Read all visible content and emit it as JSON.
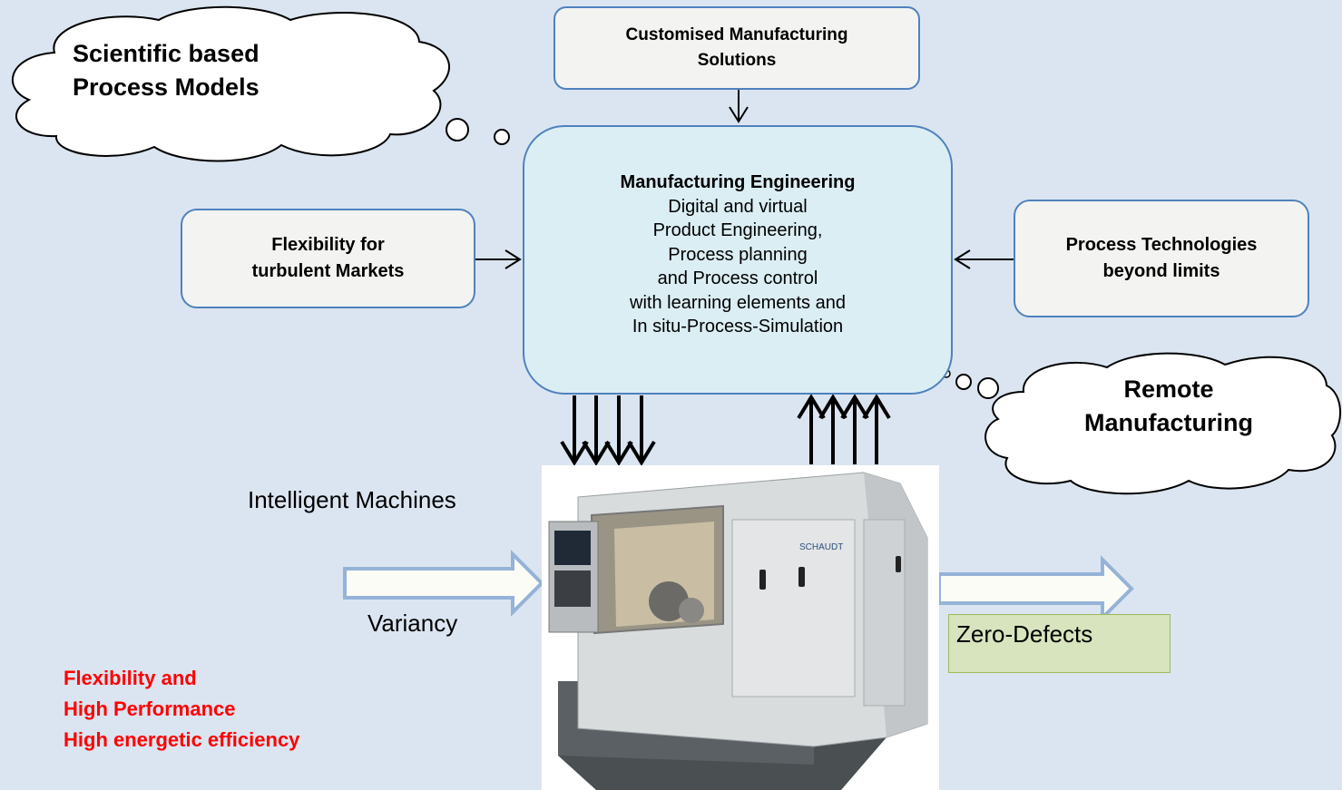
{
  "boxes": {
    "custom": {
      "lines": [
        "Customised Manufacturing",
        "Solutions"
      ]
    },
    "flex": {
      "lines": [
        "Flexibility for",
        "turbulent Markets"
      ]
    },
    "proc": {
      "lines": [
        "Process Technologies",
        "beyond limits"
      ]
    },
    "center": {
      "title": "Manufacturing Engineering",
      "lines": [
        "Digital and virtual",
        "Product Engineering,",
        "Process planning",
        "and Process control",
        "with learning elements and",
        "In situ-Process-Simulation"
      ]
    }
  },
  "clouds": {
    "scientific": {
      "lines": [
        "Scientific based",
        "Process Models"
      ]
    },
    "remote": {
      "lines": [
        "Remote",
        "Manufacturing"
      ]
    }
  },
  "labels": {
    "intelligent": "Intelligent Machines",
    "variancy": "Variancy",
    "zero_defects": "Zero-Defects"
  },
  "machine": {
    "brand": "SCHAUDT"
  },
  "red_text": {
    "lines": [
      "Flexibility and",
      "High Performance",
      "High energetic efficiency"
    ]
  },
  "colors": {
    "background": "#dbe5f1",
    "box_border": "#4f81bd",
    "center_fill": "#dbeef4",
    "zero_fill": "#d7e4bd",
    "red_text": "#ff0000"
  }
}
